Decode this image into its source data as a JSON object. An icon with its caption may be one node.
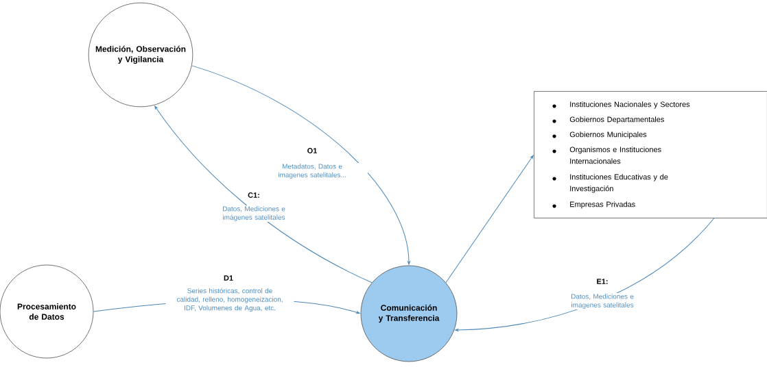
{
  "diagram": {
    "nodes": [
      {
        "text": [
          "Medición, Observación y Vigilancia"
        ]
      },
      {
        "text": [
          "Procesamiento de Datos"
        ]
      },
      {
        "text": [
          "Comunicación y Transferencia"
        ]
      },
      {
        "text": [
          "Instituciones Nacionales y Sectores",
          "Gobiernos Departamentales",
          "Gobiernos Municipales",
          "Organismos e Instituciones Internacionales",
          "Instituciones Educativas y de Investigación",
          "Empresas Privadas"
        ]
      }
    ],
    "edges": [
      {
        "from": 0,
        "to": 2,
        "arrow": "to",
        "label": "Metadatos, Datos e imagenes satelitales..."
      },
      {
        "from": 2,
        "to": 0,
        "arrow": "to",
        "label": "Datos, Mediciones e imágenes satelitales"
      },
      {
        "from": 1,
        "to": 2,
        "arrow": "to",
        "label": "Series históricas, control de calidad, relleno, homogeneizacion, IDF, Volumenes de Agua, etc."
      },
      {
        "from": 2,
        "to": 3,
        "arrow": "to"
      },
      {
        "from": 3,
        "to": 2,
        "arrow": "to",
        "label": "Datos, Mediciones e imagenes satelitales"
      }
    ],
    "labels": [
      "O1",
      "C1:",
      "D1",
      "E1:"
    ]
  }
}
